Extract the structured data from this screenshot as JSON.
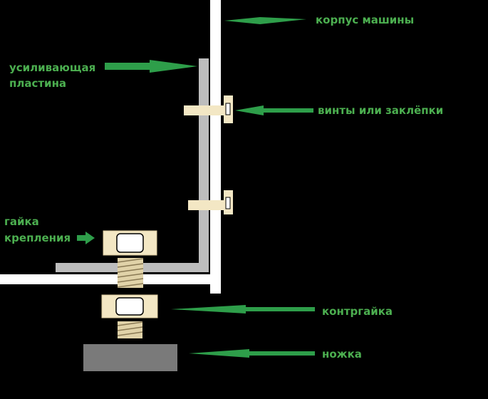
{
  "labels": {
    "machine_body": "корпус машины",
    "reinforcing_plate_line1": "усиливающая",
    "reinforcing_plate_line2": "пластина",
    "screws_or_rivets": "винты или заклёпки",
    "mounting_nut_line1": "гайка",
    "mounting_nut_line2": "крепления",
    "lock_nut": "контргайка",
    "foot": "ножка"
  },
  "colors": {
    "background": "#000000",
    "label_text": "#4caf50",
    "arrow": "#2e9e4a",
    "machine_body": "#ffffff",
    "plate": "#bdbdbd",
    "nut": "#f3e7c4",
    "nut_outline": "#d8c79b",
    "thread": "#e0d2a8",
    "foot": "#7a7a7a"
  }
}
